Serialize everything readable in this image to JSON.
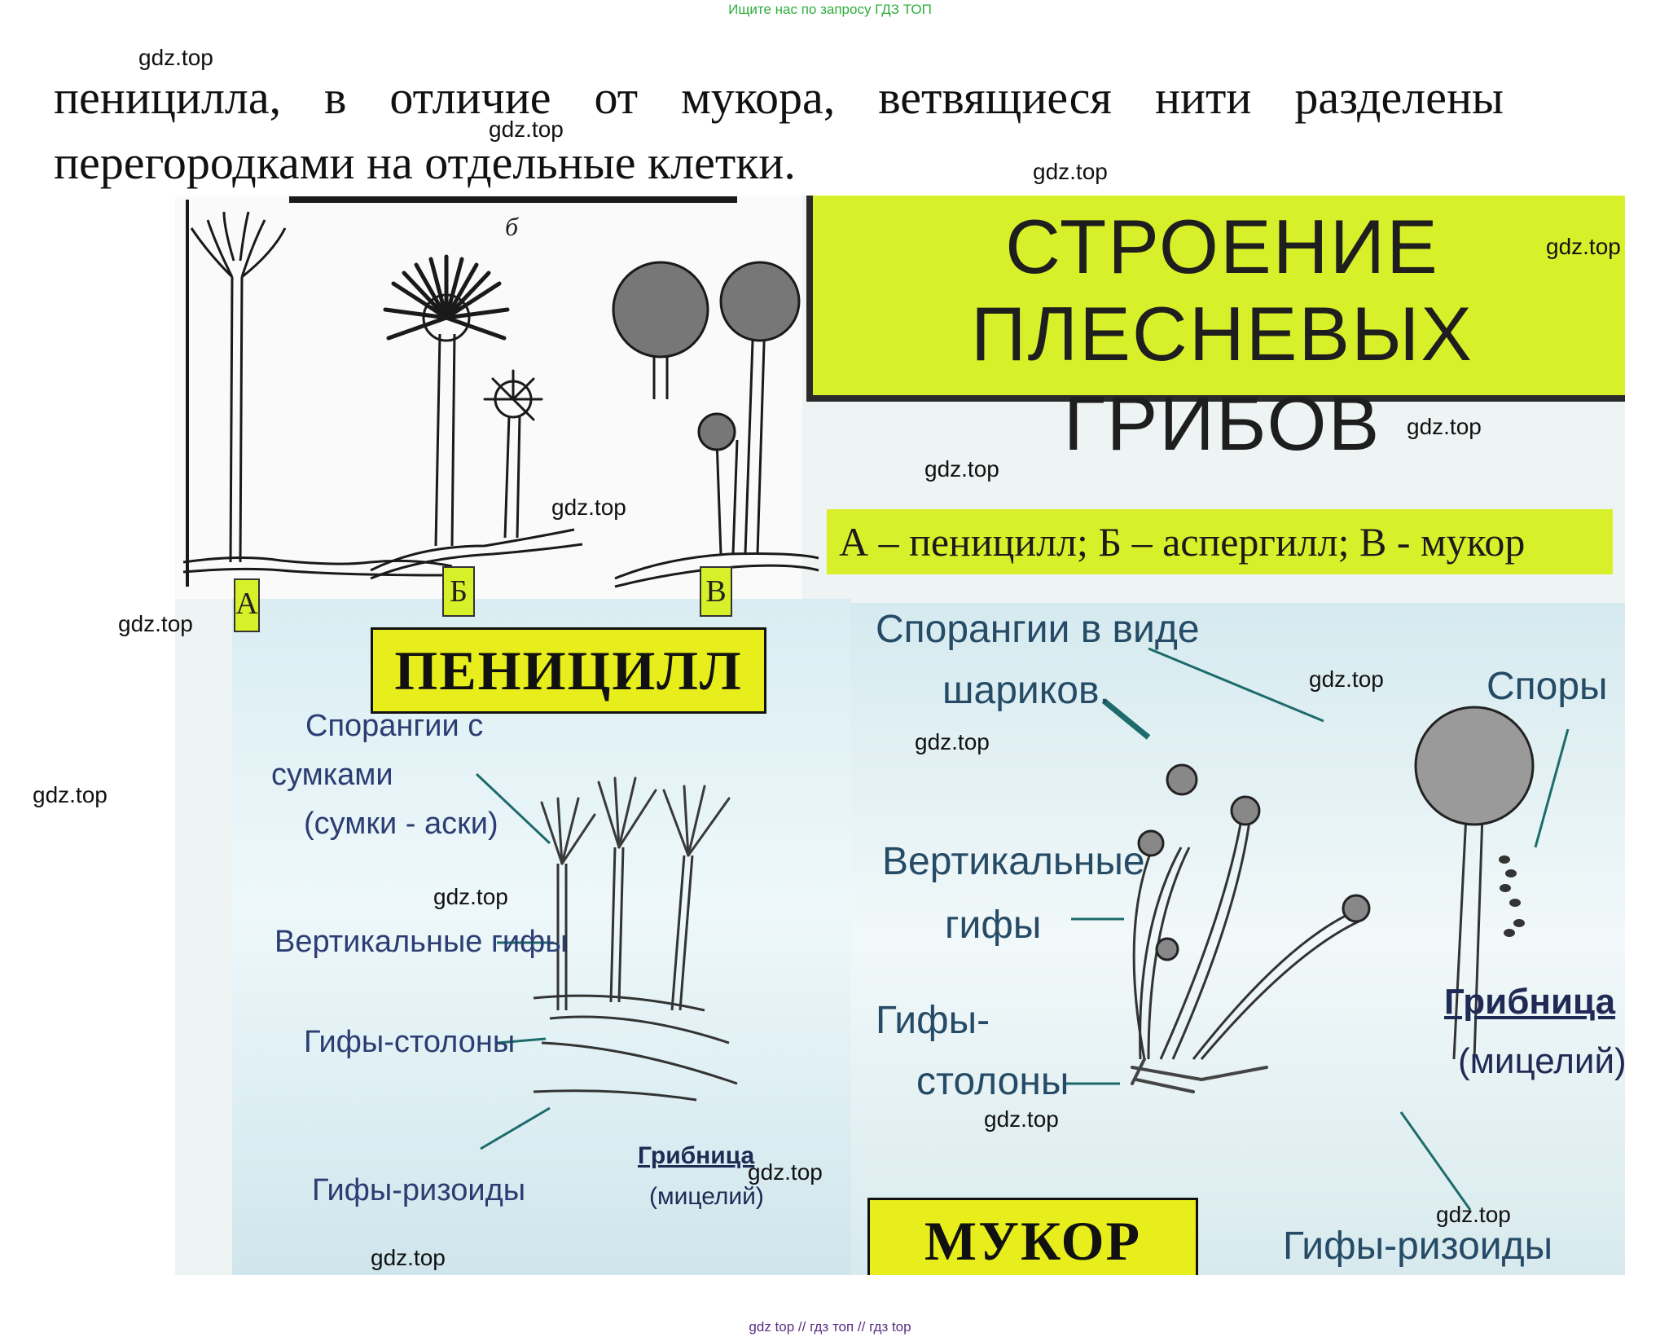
{
  "banners": {
    "top": "Ищите нас по запросу ГДЗ ТОП",
    "bottom": "gdz top  //  гдз топ  //  гдз top"
  },
  "paragraph": {
    "line1": "пеницилла, в отличие от мукора, ветвящиеся нити разделены",
    "line2": "перегородками на отдельные клетки."
  },
  "watermark": "gdz.top",
  "figure": {
    "title_line1": "СТРОЕНИЕ",
    "title_line2": "ПЛЕСНЕВЫХ ГРИБОВ",
    "legend": "А – пеницилл; Б – аспергилл; В - мукор",
    "small_label": "б",
    "tags": [
      "А",
      "Б",
      "В"
    ],
    "penicillium": {
      "name": "ПЕНИЦИЛЛ",
      "labels": {
        "sporangia_1": "Спорангии с",
        "sporangia_2": "сумками",
        "sporangia_3": "(сумки - аски)",
        "vertical": "Вертикальные гифы",
        "stolons": "Гифы-столоны",
        "rhizoids": "Гифы-ризоиды",
        "mycelium_1": "Грибница",
        "mycelium_2": "(мицелий)"
      }
    },
    "mucor": {
      "name": "МУКОР",
      "labels": {
        "sporangia_1": "Спорангии в виде",
        "sporangia_2": "шариков.",
        "spores": "Споры",
        "vertical_1": "Вертикальные",
        "vertical_2": "гифы",
        "stolons_1": "Гифы-",
        "stolons_2": "столоны",
        "mycelium_1": "Грибница",
        "mycelium_2": "(мицелий)",
        "rhizoids": "Гифы-ризоиды"
      }
    }
  }
}
